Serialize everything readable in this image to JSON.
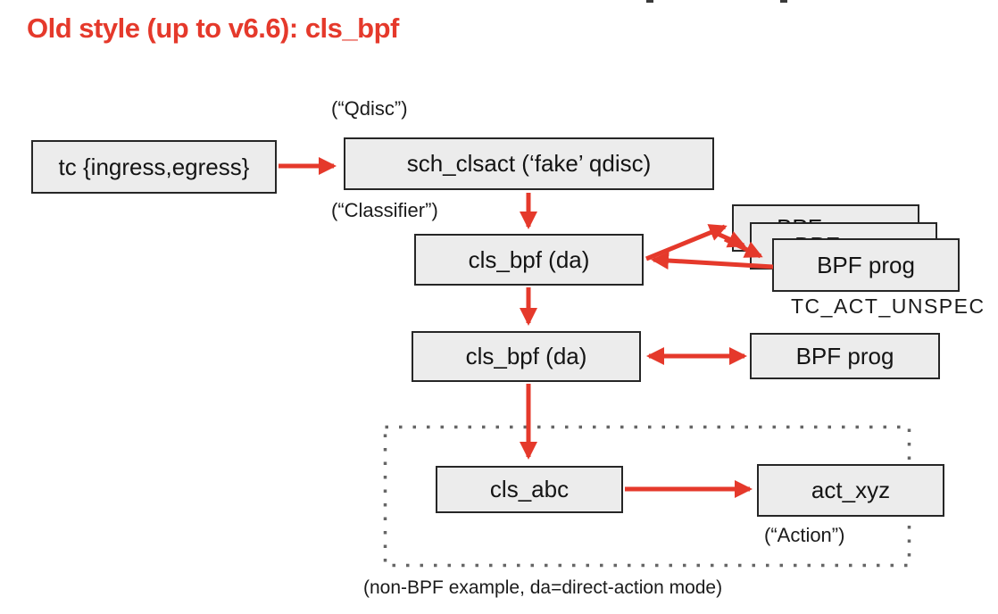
{
  "title": "Old style (up to v6.6): cls_bpf",
  "annotations": {
    "qdisc": "(“Qdisc”)",
    "classifier": "(“Classifier”)",
    "action": "(“Action”)",
    "return_code": "TC_ACT_UNSPEC",
    "caption": "(non-BPF example, da=direct-action mode)"
  },
  "nodes": {
    "tc": "tc {ingress,egress}",
    "sch_clsact": "sch_clsact (‘fake’ qdisc)",
    "cls_bpf": "cls_bpf (da)",
    "bpf_prog": "BPF prog",
    "cls_abc": "cls_abc",
    "act_xyz": "act_xyz"
  },
  "colors": {
    "accent_red": "#e5392b",
    "box_fill": "#ececec",
    "box_border": "#262626",
    "dotted_border": "#666666",
    "text": "#1b1b1b"
  }
}
